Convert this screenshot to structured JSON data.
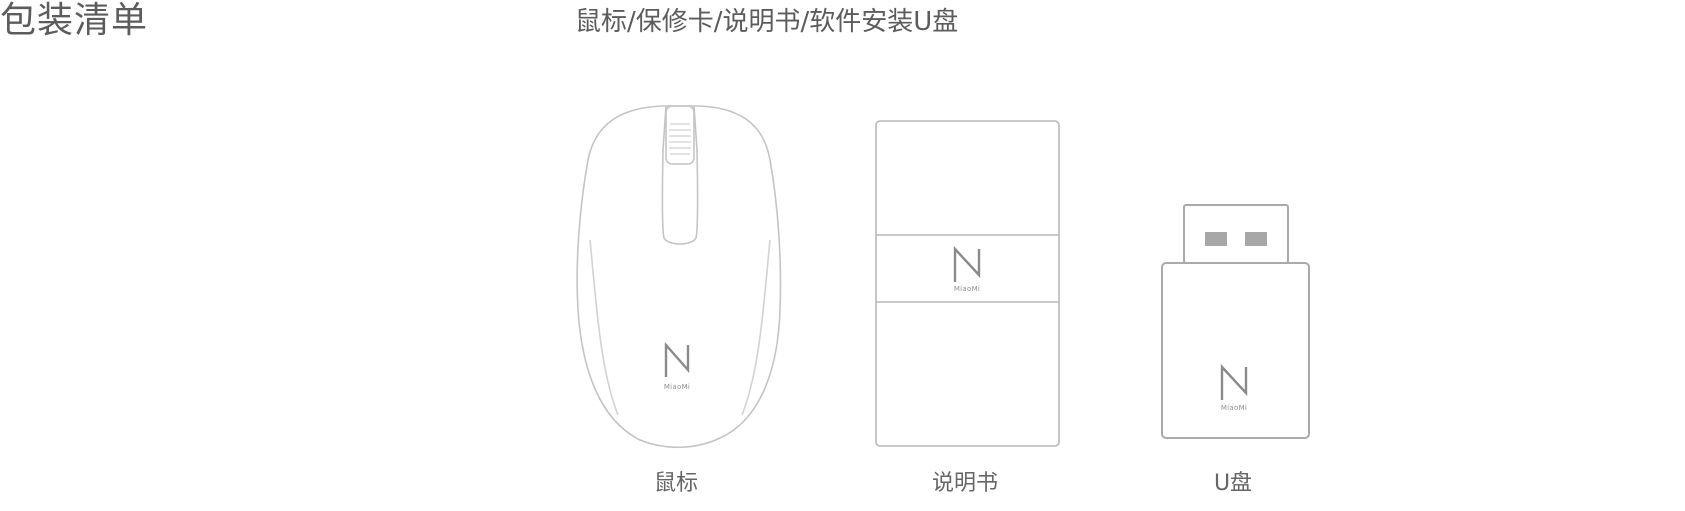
{
  "header": {
    "title": "包装清单",
    "contents": "鼠标/保修卡/说明书/软件安装U盘"
  },
  "items": [
    {
      "label": "鼠标",
      "icon": "mouse-illustration"
    },
    {
      "label": "说明书",
      "icon": "manual-illustration"
    },
    {
      "label": "U盘",
      "icon": "usb-drive-illustration"
    }
  ],
  "brand": {
    "logo_text": "MiaoMi"
  },
  "colors": {
    "outline": "#bdbdbd",
    "logo": "#8a8a8a",
    "text": "#5c5c5c"
  }
}
